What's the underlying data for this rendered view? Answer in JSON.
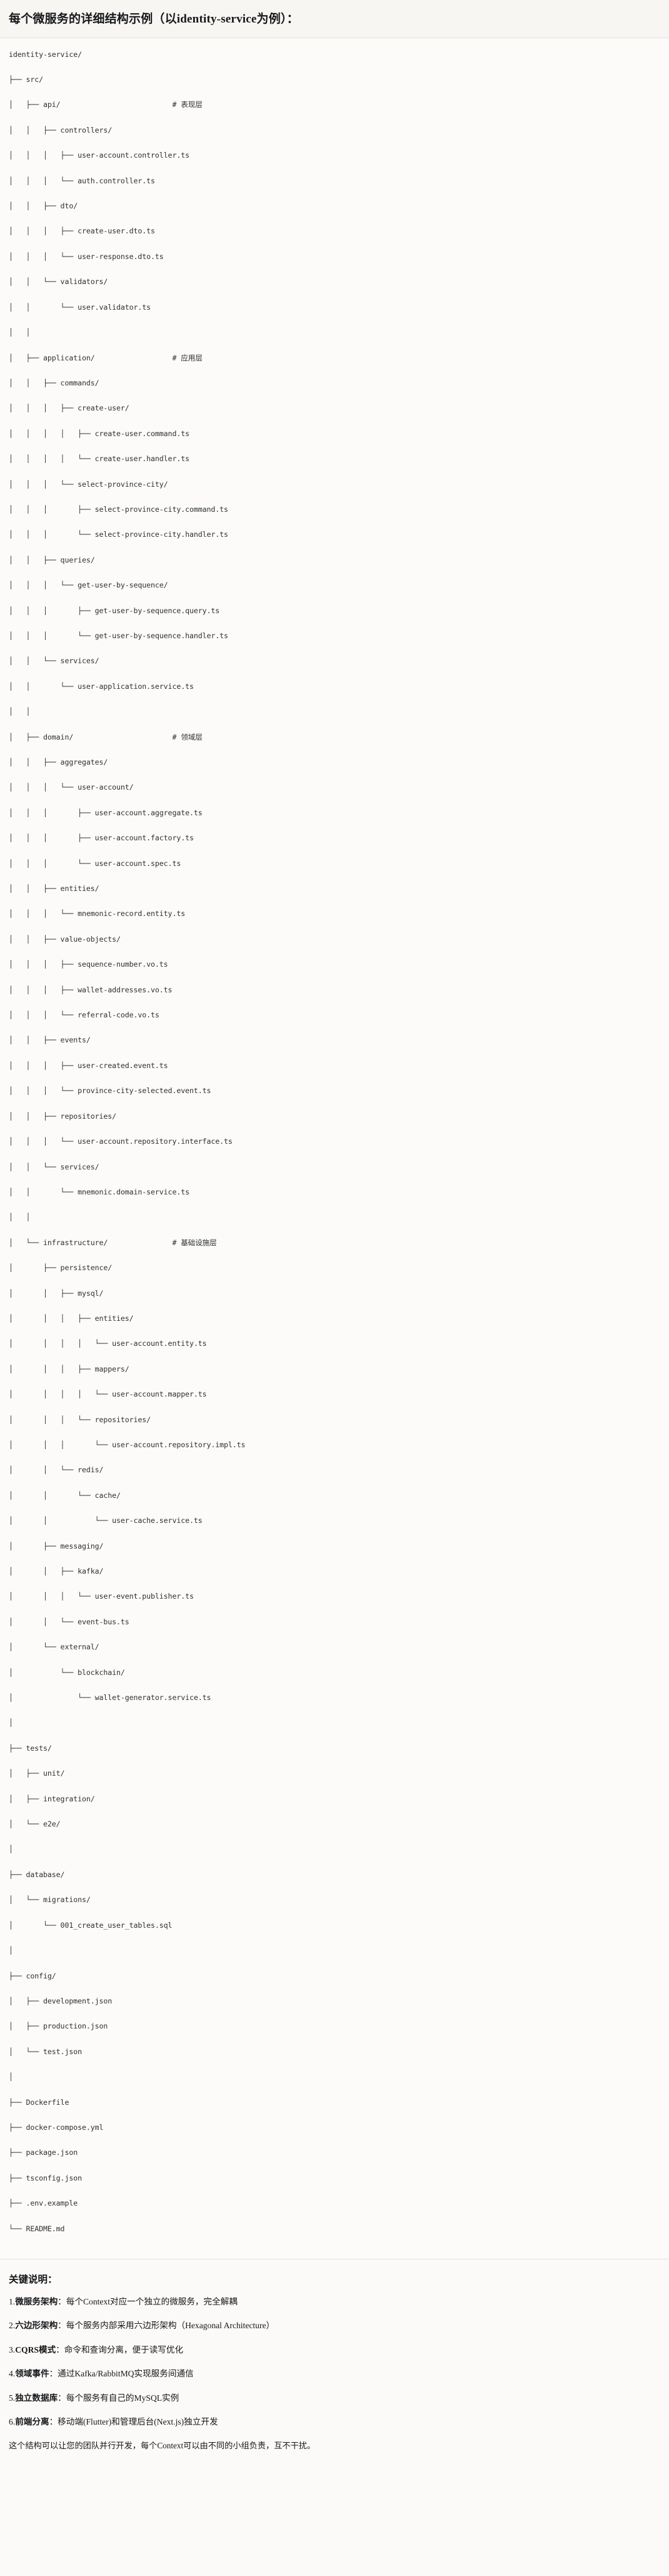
{
  "header": {
    "title": "每个微服务的详细结构示例（以identity-service为例）："
  },
  "tree": {
    "root_label": "identity-service/",
    "lines": [
      "identity-service/",
      "├── src/",
      "│   ├── api/                          # 表现层",
      "│   │   ├── controllers/",
      "│   │   │   ├── user-account.controller.ts",
      "│   │   │   └── auth.controller.ts",
      "│   │   ├── dto/",
      "│   │   │   ├── create-user.dto.ts",
      "│   │   │   └── user-response.dto.ts",
      "│   │   └── validators/",
      "│   │       └── user.validator.ts",
      "│   │",
      "│   ├── application/                  # 应用层",
      "│   │   ├── commands/",
      "│   │   │   ├── create-user/",
      "│   │   │   │   ├── create-user.command.ts",
      "│   │   │   │   └── create-user.handler.ts",
      "│   │   │   └── select-province-city/",
      "│   │   │       ├── select-province-city.command.ts",
      "│   │   │       └── select-province-city.handler.ts",
      "│   │   ├── queries/",
      "│   │   │   └── get-user-by-sequence/",
      "│   │   │       ├── get-user-by-sequence.query.ts",
      "│   │   │       └── get-user-by-sequence.handler.ts",
      "│   │   └── services/",
      "│   │       └── user-application.service.ts",
      "│   │",
      "│   ├── domain/                       # 领域层",
      "│   │   ├── aggregates/",
      "│   │   │   └── user-account/",
      "│   │   │       ├── user-account.aggregate.ts",
      "│   │   │       ├── user-account.factory.ts",
      "│   │   │       └── user-account.spec.ts",
      "│   │   ├── entities/",
      "│   │   │   └── mnemonic-record.entity.ts",
      "│   │   ├── value-objects/",
      "│   │   │   ├── sequence-number.vo.ts",
      "│   │   │   ├── wallet-addresses.vo.ts",
      "│   │   │   └── referral-code.vo.ts",
      "│   │   ├── events/",
      "│   │   │   ├── user-created.event.ts",
      "│   │   │   └── province-city-selected.event.ts",
      "│   │   ├── repositories/",
      "│   │   │   └── user-account.repository.interface.ts",
      "│   │   └── services/",
      "│   │       └── mnemonic.domain-service.ts",
      "│   │",
      "│   └── infrastructure/               # 基础设施层",
      "│       ├── persistence/",
      "│       │   ├── mysql/",
      "│       │   │   ├── entities/",
      "│       │   │   │   └── user-account.entity.ts",
      "│       │   │   ├── mappers/",
      "│       │   │   │   └── user-account.mapper.ts",
      "│       │   │   └── repositories/",
      "│       │   │       └── user-account.repository.impl.ts",
      "│       │   └── redis/",
      "│       │       └── cache/",
      "│       │           └── user-cache.service.ts",
      "│       ├── messaging/",
      "│       │   ├── kafka/",
      "│       │   │   └── user-event.publisher.ts",
      "│       │   └── event-bus.ts",
      "│       └── external/",
      "│           └── blockchain/",
      "│               └── wallet-generator.service.ts",
      "│",
      "├── tests/",
      "│   ├── unit/",
      "│   ├── integration/",
      "│   └── e2e/",
      "│",
      "├── database/",
      "│   └── migrations/",
      "│       └── 001_create_user_tables.sql",
      "│",
      "├── config/",
      "│   ├── development.json",
      "│   ├── production.json",
      "│   └── test.json",
      "│",
      "├── Dockerfile",
      "├── docker-compose.yml",
      "├── package.json",
      "├── tsconfig.json",
      "├── .env.example",
      "└── README.md"
    ]
  },
  "notes": {
    "title": "关键说明：",
    "items": [
      {
        "num": "1.",
        "label": "微服务架构",
        "text": "：每个Context对应一个独立的微服务，完全解耦"
      },
      {
        "num": "2.",
        "label": "六边形架构",
        "text": "：每个服务内部采用六边形架构（Hexagonal Architecture）"
      },
      {
        "num": "3.",
        "label": "CQRS模式",
        "text": "：命令和查询分离，便于读写优化"
      },
      {
        "num": "4.",
        "label": "领域事件",
        "text": "：通过Kafka/RabbitMQ实现服务间通信"
      },
      {
        "num": "5.",
        "label": "独立数据库",
        "text": "：每个服务有自己的MySQL实例"
      },
      {
        "num": "6.",
        "label": "前端分离",
        "text": "：移动端(Flutter)和管理后台(Next.js)独立开发"
      }
    ],
    "footer": "这个结构可以让您的团队并行开发，每个Context可以由不同的小组负责，互不干扰。"
  },
  "colors": {
    "page_background": "#fbfaf8",
    "header_background": "#f7f6f2",
    "code_background": "#fcfbf9",
    "border": "#e3e1dc",
    "text": "#16171a",
    "code_text": "#2c2f34"
  }
}
